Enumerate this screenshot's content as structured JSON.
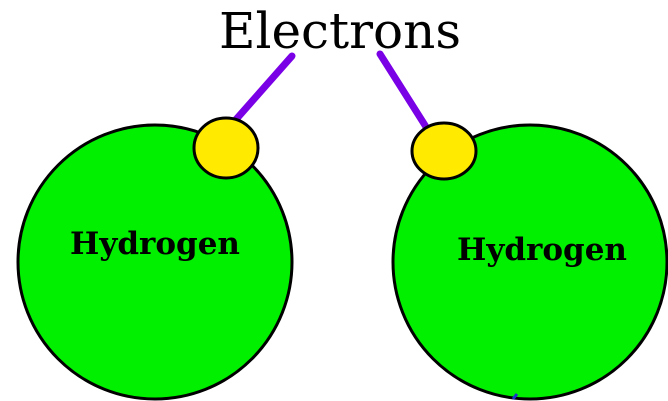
{
  "title": "Electrons",
  "atoms": [
    {
      "label": "Hydrogen"
    },
    {
      "label": "Hydrogen"
    }
  ],
  "colors": {
    "atom_fill": "#00f000",
    "electron_fill": "#ffea00",
    "pointer_line": "#7a00e6",
    "outline": "#000000",
    "background": "#ffffff"
  }
}
